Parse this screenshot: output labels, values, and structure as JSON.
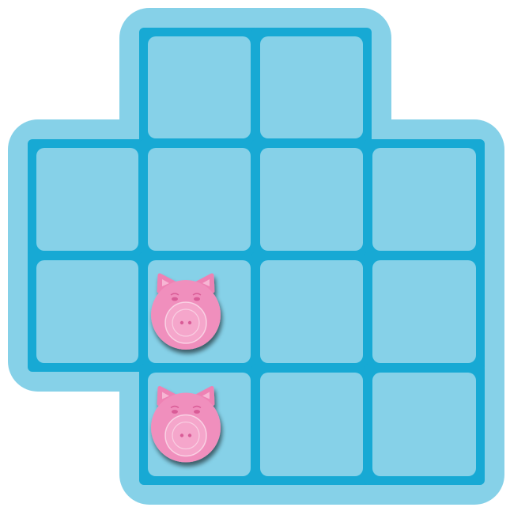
{
  "board": {
    "rows": 4,
    "cols": 4,
    "colors": {
      "outer_frame": "#86d1e8",
      "grid_line": "#17a9d4",
      "cell_fill": "#86d1e8",
      "pig_body": "#f08fbd",
      "pig_inner": "#f5a6cb",
      "pig_ear": "#ee82b4",
      "pig_ear_inner": "#f7b6d4",
      "pig_detail": "#d95c97",
      "pig_shadow": "#2f5b6b"
    },
    "cells": [
      {
        "row": 0,
        "col": 0,
        "present": false
      },
      {
        "row": 0,
        "col": 1,
        "present": true
      },
      {
        "row": 0,
        "col": 2,
        "present": true
      },
      {
        "row": 0,
        "col": 3,
        "present": false
      },
      {
        "row": 1,
        "col": 0,
        "present": true
      },
      {
        "row": 1,
        "col": 1,
        "present": true
      },
      {
        "row": 1,
        "col": 2,
        "present": true
      },
      {
        "row": 1,
        "col": 3,
        "present": true
      },
      {
        "row": 2,
        "col": 0,
        "present": true
      },
      {
        "row": 2,
        "col": 1,
        "present": true
      },
      {
        "row": 2,
        "col": 2,
        "present": true
      },
      {
        "row": 2,
        "col": 3,
        "present": true
      },
      {
        "row": 3,
        "col": 0,
        "present": false
      },
      {
        "row": 3,
        "col": 1,
        "present": true
      },
      {
        "row": 3,
        "col": 2,
        "present": true
      },
      {
        "row": 3,
        "col": 3,
        "present": true
      }
    ],
    "pieces": [
      {
        "type": "pig",
        "icon": "pig-face-icon",
        "row": 2,
        "col": 1
      },
      {
        "type": "pig",
        "icon": "pig-face-icon",
        "row": 3,
        "col": 1
      }
    ]
  }
}
